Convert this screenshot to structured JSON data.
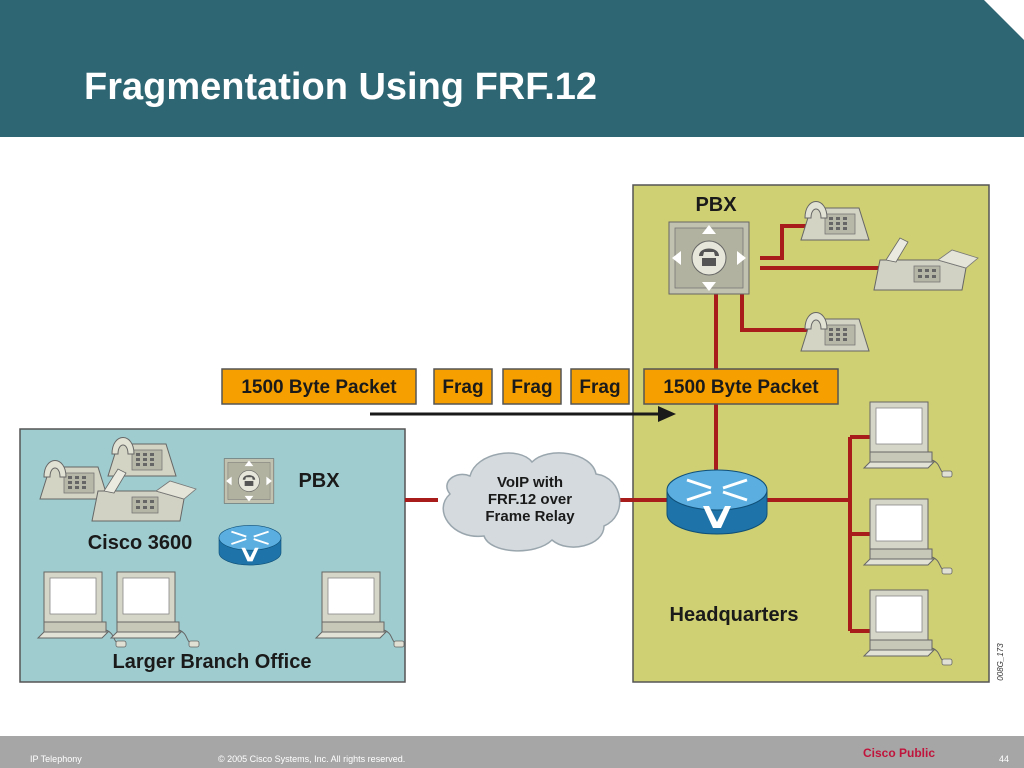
{
  "slide": {
    "title": "Fragmentation Using FRF.12"
  },
  "diagram": {
    "headquarters": {
      "label": "Headquarters",
      "pbx_label": "PBX",
      "background": "#cfcf73"
    },
    "branch": {
      "label": "Larger Branch Office",
      "pbx_label": "PBX",
      "router_label": "Cisco 3600",
      "background": "#9fcccf"
    },
    "cloud": {
      "lines": [
        "VoIP with",
        "FRF.12 over",
        "Frame Relay"
      ]
    },
    "packets": {
      "before": "1500 Byte Packet",
      "fragments": [
        "Frag",
        "Frag",
        "Frag"
      ],
      "after": "1500 Byte Packet",
      "color": "#f5a000"
    },
    "figure_id": "008G_173",
    "link_color": "#a81c1c"
  },
  "footer": {
    "course": "IP Telephony",
    "copyright": "© 2005 Cisco Systems, Inc. All rights reserved.",
    "classification": "Cisco Public",
    "page_number": "44"
  }
}
